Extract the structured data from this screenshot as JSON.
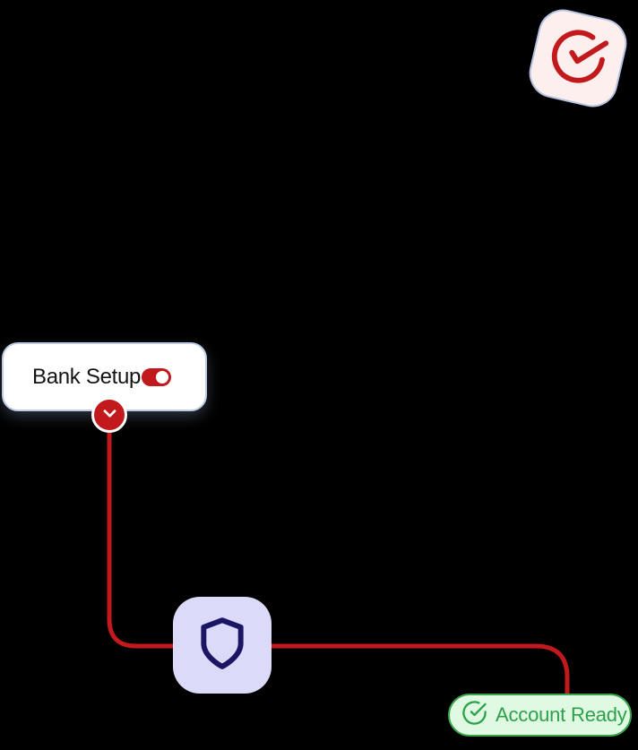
{
  "canvas": {
    "background": "#000000"
  },
  "colors": {
    "canvas": "#000000",
    "red": "#c2191c",
    "white": "#ffffff",
    "navy": "#1b1663",
    "lavender": "#dcdaf9",
    "badge-bg": "#fdefee",
    "badge-border": "#b5c2e0",
    "card-bg": "#ffffff",
    "card-border": "#bdcce4",
    "text-dark": "#141414",
    "green-bg": "#e0f9e2",
    "green-border": "#3aa44d",
    "green-text": "#2da14a"
  },
  "decor_badge": {
    "icon": "check-circle-icon"
  },
  "bank_setup": {
    "label": "Bank Setup",
    "toggle_state": "on",
    "expand_icon": "chevron-down-icon"
  },
  "security_node": {
    "icon": "shield-icon"
  },
  "account_ready": {
    "label": "Account Ready",
    "icon": "check-circle-icon"
  }
}
